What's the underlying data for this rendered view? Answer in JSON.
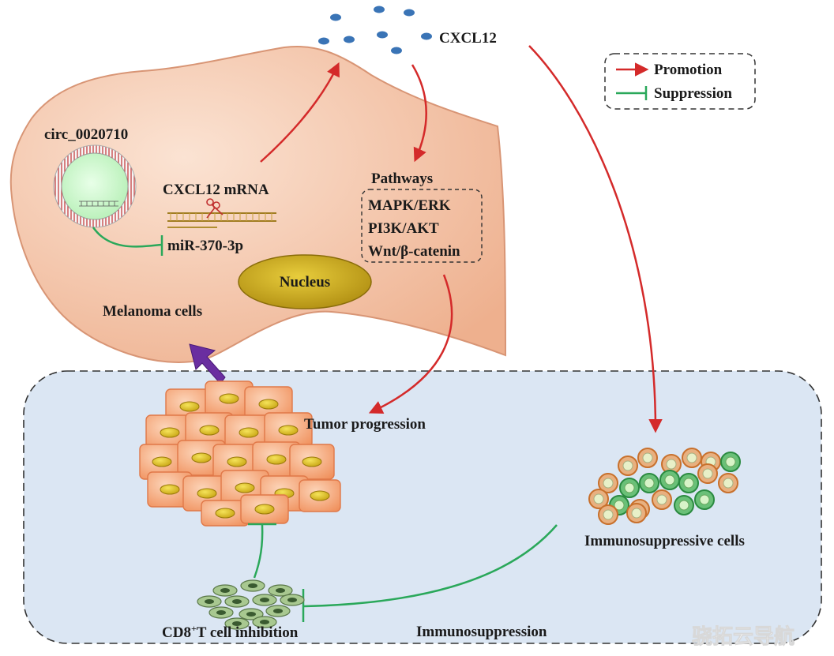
{
  "labels": {
    "cxcl12": "CXCL12",
    "circ": "circ_0020710",
    "mrna": "CXCL12 mRNA",
    "mir": "miR-370-3p",
    "nucleus": "Nucleus",
    "melanoma": "Melanoma cells",
    "pathways_title": "Pathways",
    "pathway_1": "MAPK/ERK",
    "pathway_2": "PI3K/AKT",
    "pathway_3": "Wnt/β-catenin",
    "tumor": "Tumor progression",
    "immuno_cells": "Immunosuppressive cells",
    "cd8_prefix": "CD8",
    "cd8_sup": "+",
    "cd8_suffix": "T cell  inhibition",
    "immunosuppression": "Immunosuppression",
    "watermark": "骁拓云导航"
  },
  "legend": {
    "promotion": "Promotion",
    "suppression": "Suppression"
  },
  "colors": {
    "promotion": "#d42a2a",
    "suppression": "#2aa85a",
    "cell_body": "#f3c2a4",
    "tme_bg": "#dbe6f3",
    "nucleus": "#c8a81f",
    "dots": "#3a74b6",
    "big_arrow": "#6a2ea0"
  }
}
